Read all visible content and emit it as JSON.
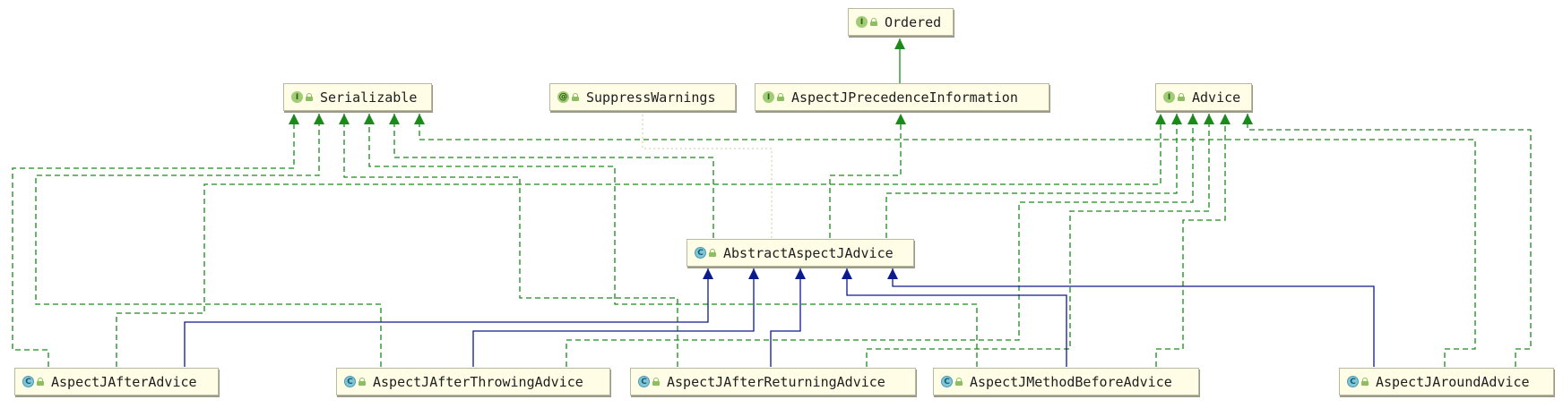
{
  "colors": {
    "implements": "#1a8a1a",
    "extends": "#0d1a8c",
    "dependency": "#d2c8a0",
    "node_fill": "#fffde6"
  },
  "nodes": {
    "ordered": {
      "label": "Ordered",
      "kind": "interface",
      "badge": "I"
    },
    "serializable": {
      "label": "Serializable",
      "kind": "interface",
      "badge": "I"
    },
    "suppress_warnings": {
      "label": "SuppressWarnings",
      "kind": "annotation",
      "badge": "@"
    },
    "precedence_info": {
      "label": "AspectJPrecedenceInformation",
      "kind": "interface",
      "badge": "I"
    },
    "advice": {
      "label": "Advice",
      "kind": "interface",
      "badge": "I"
    },
    "abstract_advice": {
      "label": "AbstractAspectJAdvice",
      "kind": "class",
      "badge": "C"
    },
    "after_advice": {
      "label": "AspectJAfterAdvice",
      "kind": "class",
      "badge": "C"
    },
    "after_throwing": {
      "label": "AspectJAfterThrowingAdvice",
      "kind": "class",
      "badge": "C"
    },
    "after_returning": {
      "label": "AspectJAfterReturningAdvice",
      "kind": "class",
      "badge": "C"
    },
    "method_before": {
      "label": "AspectJMethodBeforeAdvice",
      "kind": "class",
      "badge": "C"
    },
    "around_advice": {
      "label": "AspectJAroundAdvice",
      "kind": "class",
      "badge": "C"
    }
  },
  "edges": [
    {
      "from": "precedence_info",
      "to": "ordered",
      "type": "implements"
    },
    {
      "from": "abstract_advice",
      "to": "precedence_info",
      "type": "implements"
    },
    {
      "from": "abstract_advice",
      "to": "serializable",
      "type": "implements"
    },
    {
      "from": "abstract_advice",
      "to": "advice",
      "type": "implements"
    },
    {
      "from": "abstract_advice",
      "to": "suppress_warnings",
      "type": "annotated-by"
    },
    {
      "from": "after_advice",
      "to": "abstract_advice",
      "type": "extends"
    },
    {
      "from": "after_throwing",
      "to": "abstract_advice",
      "type": "extends"
    },
    {
      "from": "after_returning",
      "to": "abstract_advice",
      "type": "extends"
    },
    {
      "from": "method_before",
      "to": "abstract_advice",
      "type": "extends"
    },
    {
      "from": "around_advice",
      "to": "abstract_advice",
      "type": "extends"
    },
    {
      "from": "after_advice",
      "to": "serializable",
      "type": "implements"
    },
    {
      "from": "after_advice",
      "to": "advice",
      "type": "implements"
    },
    {
      "from": "after_throwing",
      "to": "serializable",
      "type": "implements"
    },
    {
      "from": "after_throwing",
      "to": "advice",
      "type": "implements"
    },
    {
      "from": "after_returning",
      "to": "serializable",
      "type": "implements"
    },
    {
      "from": "after_returning",
      "to": "advice",
      "type": "implements"
    },
    {
      "from": "method_before",
      "to": "serializable",
      "type": "implements"
    },
    {
      "from": "method_before",
      "to": "advice",
      "type": "implements"
    },
    {
      "from": "around_advice",
      "to": "serializable",
      "type": "implements"
    },
    {
      "from": "around_advice",
      "to": "advice",
      "type": "implements"
    }
  ]
}
